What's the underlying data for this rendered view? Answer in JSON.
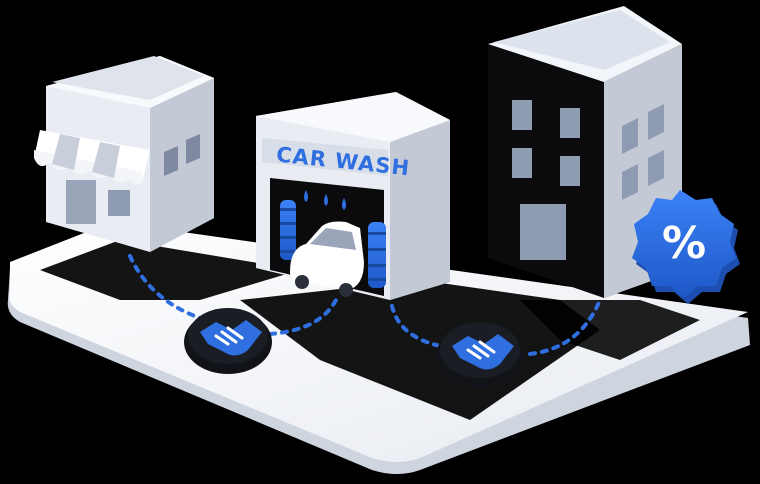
{
  "illustration": {
    "car_wash_sign": "CAR WASH",
    "discount_badge": "%"
  },
  "colors": {
    "background": "#000000",
    "platform": "#f2f4f8",
    "building_light": "#e9edf3",
    "building_shade": "#c3cad6",
    "building_dark": "#0b0b0e",
    "accent_blue": "#2f6fe0",
    "accent_blue_dark": "#1d4fb0",
    "window": "#8f9bb3"
  },
  "icons": [
    "shop-building",
    "car-wash-building",
    "office-building",
    "handshake-icon",
    "handshake-icon",
    "discount-badge-icon",
    "car-icon"
  ]
}
